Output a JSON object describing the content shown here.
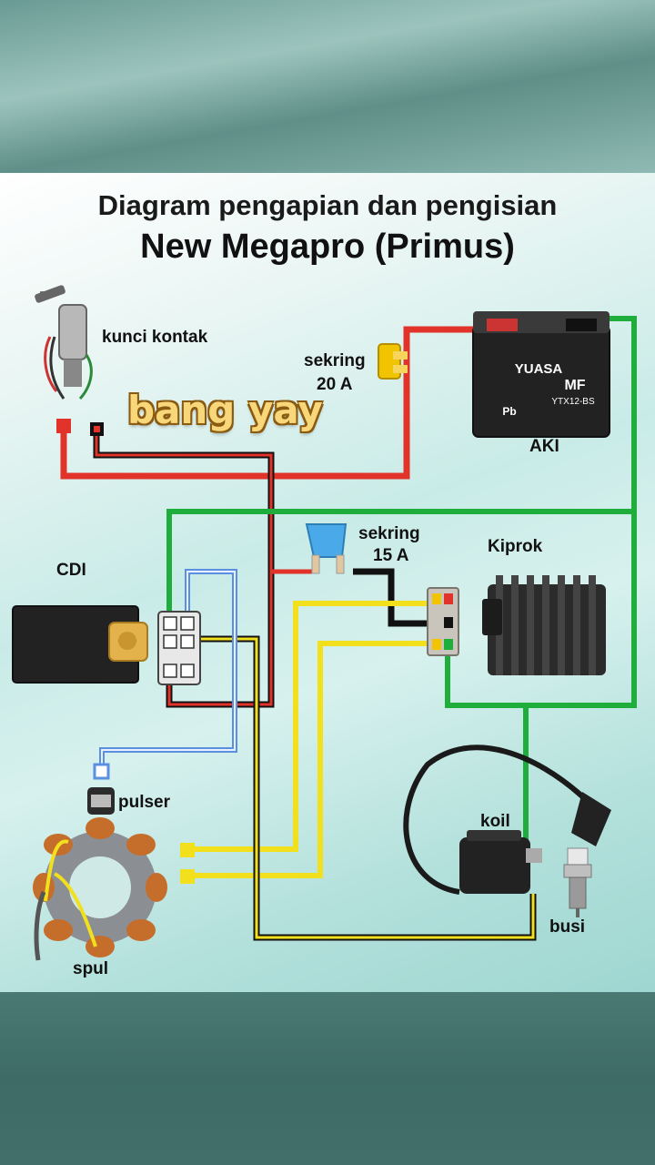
{
  "title": {
    "line1": "Diagram pengapian dan pengisian",
    "line2": "New Megapro (Primus)"
  },
  "watermark": "bang yay",
  "components": {
    "ignition_switch": "kunci kontak",
    "fuse_20": {
      "line1": "sekring",
      "line2": "20 A"
    },
    "battery": "AKI",
    "battery_brand": "YUASA",
    "battery_model": "YTX12-BS",
    "battery_mf": "MF",
    "battery_pb": "Pb",
    "cdi": "CDI",
    "fuse_15": {
      "line1": "sekring",
      "line2": "15 A"
    },
    "regulator": "Kiprok",
    "pulser": "pulser",
    "coil": "koil",
    "spark_plug": "busi",
    "stator": "spul"
  },
  "colors": {
    "red": "#e2332a",
    "black": "#111111",
    "green": "#1fae3c",
    "yellow": "#f2e01c",
    "blue": "#5b8fe0",
    "fuse_yellow": "#f2c400",
    "fuse_blue": "#4aa9e8"
  }
}
